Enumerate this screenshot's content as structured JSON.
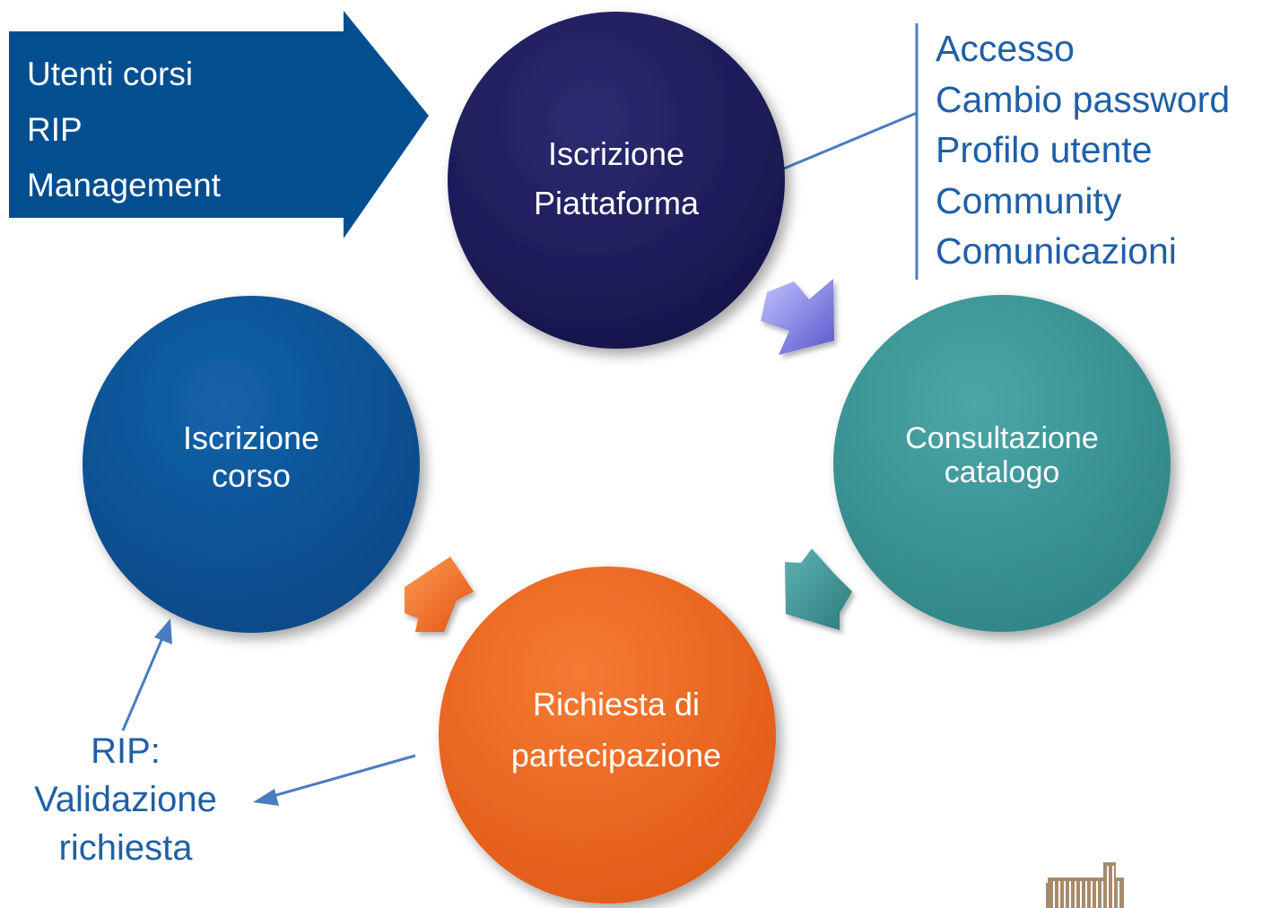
{
  "users_box": {
    "lines": [
      "Utenti corsi",
      "RIP",
      "Management"
    ]
  },
  "circles": {
    "platform_signup": {
      "line1": "Iscrizione",
      "line2": "Piattaforma"
    },
    "catalog": {
      "line1": "Consultazione",
      "line2": "catalogo"
    },
    "participation_request": {
      "line1": "Richiesta di",
      "line2": "partecipazione"
    },
    "course_signup": {
      "line1": "Iscrizione",
      "line2": "corso"
    }
  },
  "features": [
    "Accesso",
    "Cambio password",
    "Profilo utente",
    "Community",
    "Comunicazioni"
  ],
  "rip_note": {
    "line1": "RIP:",
    "line2": "Validazione",
    "line3": "richiesta"
  },
  "colors": {
    "users_box": "#034e8f",
    "platform_signup": "#1f1f58",
    "catalog": "#3f9697",
    "participation_request": "#ef6b25",
    "course_signup": "#0a549a",
    "text_blue": "#1f5fa6",
    "arrow_purple": "#8a8ae6",
    "arrow_teal": "#3f9697",
    "arrow_orange": "#ef6b25"
  }
}
